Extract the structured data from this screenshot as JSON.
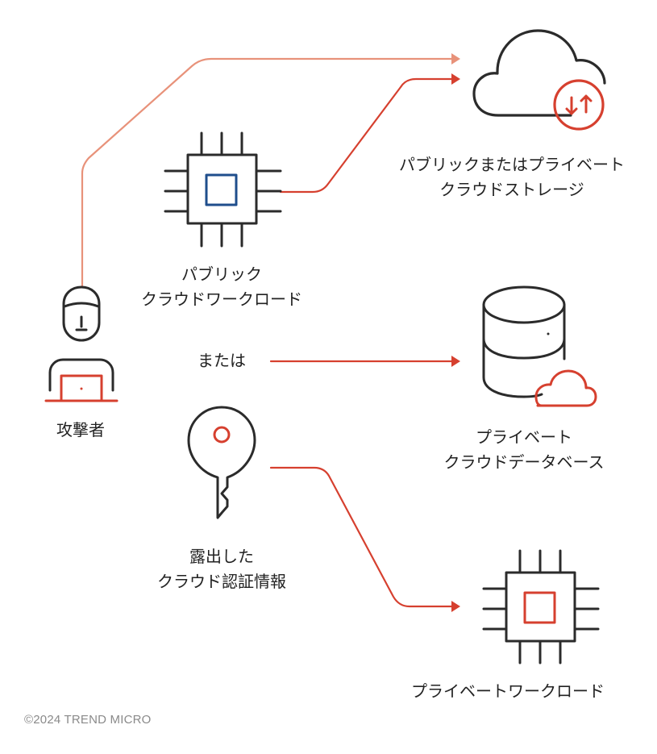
{
  "colors": {
    "ink": "#2b2b2b",
    "accent": "#d6402f",
    "accent_light": "#e8927a",
    "blue": "#1f4e8c",
    "footer": "#8a8a8a"
  },
  "labels": {
    "storage": [
      "パブリックまたはプライベート",
      "クラウドストレージ"
    ],
    "public_workload": [
      "パブリック",
      "クラウドワークロード"
    ],
    "or": "または",
    "database": [
      "プライベート",
      "クラウドデータベース"
    ],
    "attacker": "攻撃者",
    "credentials": [
      "露出した",
      "クラウド認証情報"
    ],
    "private_workload": "プライベートワークロード"
  },
  "icons": {
    "storage": "cloud-sync-icon",
    "public_workload": "cpu-chip-icon",
    "attacker": "hacker-laptop-icon",
    "database": "cloud-database-icon",
    "credentials": "key-icon",
    "private_workload": "cpu-chip-icon"
  },
  "footer": "©2024 TREND MICRO"
}
